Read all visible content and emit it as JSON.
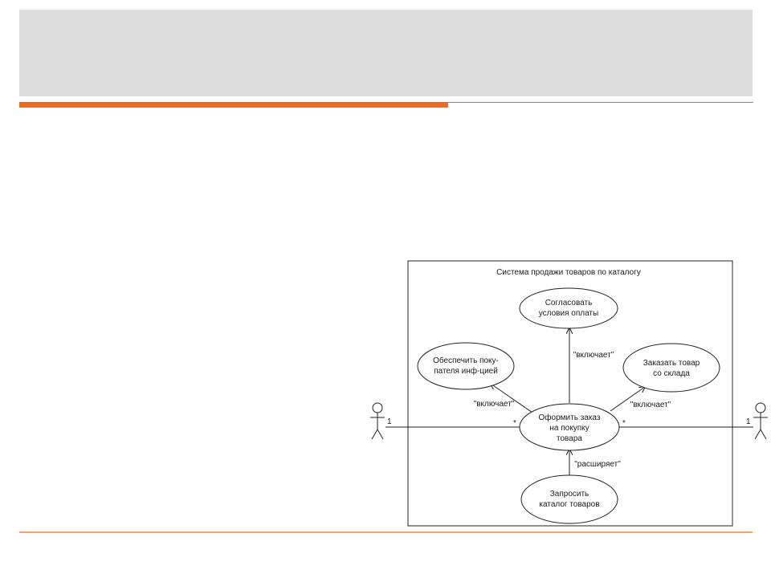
{
  "diagram": {
    "system_title": "Система продажи товаров по каталогу",
    "use_cases": {
      "agree_payment": [
        "Согласовать",
        "условия оплаты"
      ],
      "provide_info": [
        "Обеспечить поку-",
        "пателя инф-цией"
      ],
      "order_stock": [
        "Заказать товар",
        "со склада"
      ],
      "place_order": [
        "Оформить заказ",
        "на покупку",
        "товара"
      ],
      "request_catalog": [
        "Запросить",
        "каталог товаров"
      ]
    },
    "relations": {
      "include_top": "\"включает\"",
      "include_left": "\"включает\"",
      "include_right": "\"включает\"",
      "extend": "\"расширяет\""
    },
    "multiplicity": {
      "left_actor": "1",
      "left_case": "*",
      "right_case": "*",
      "right_actor": "1"
    }
  }
}
